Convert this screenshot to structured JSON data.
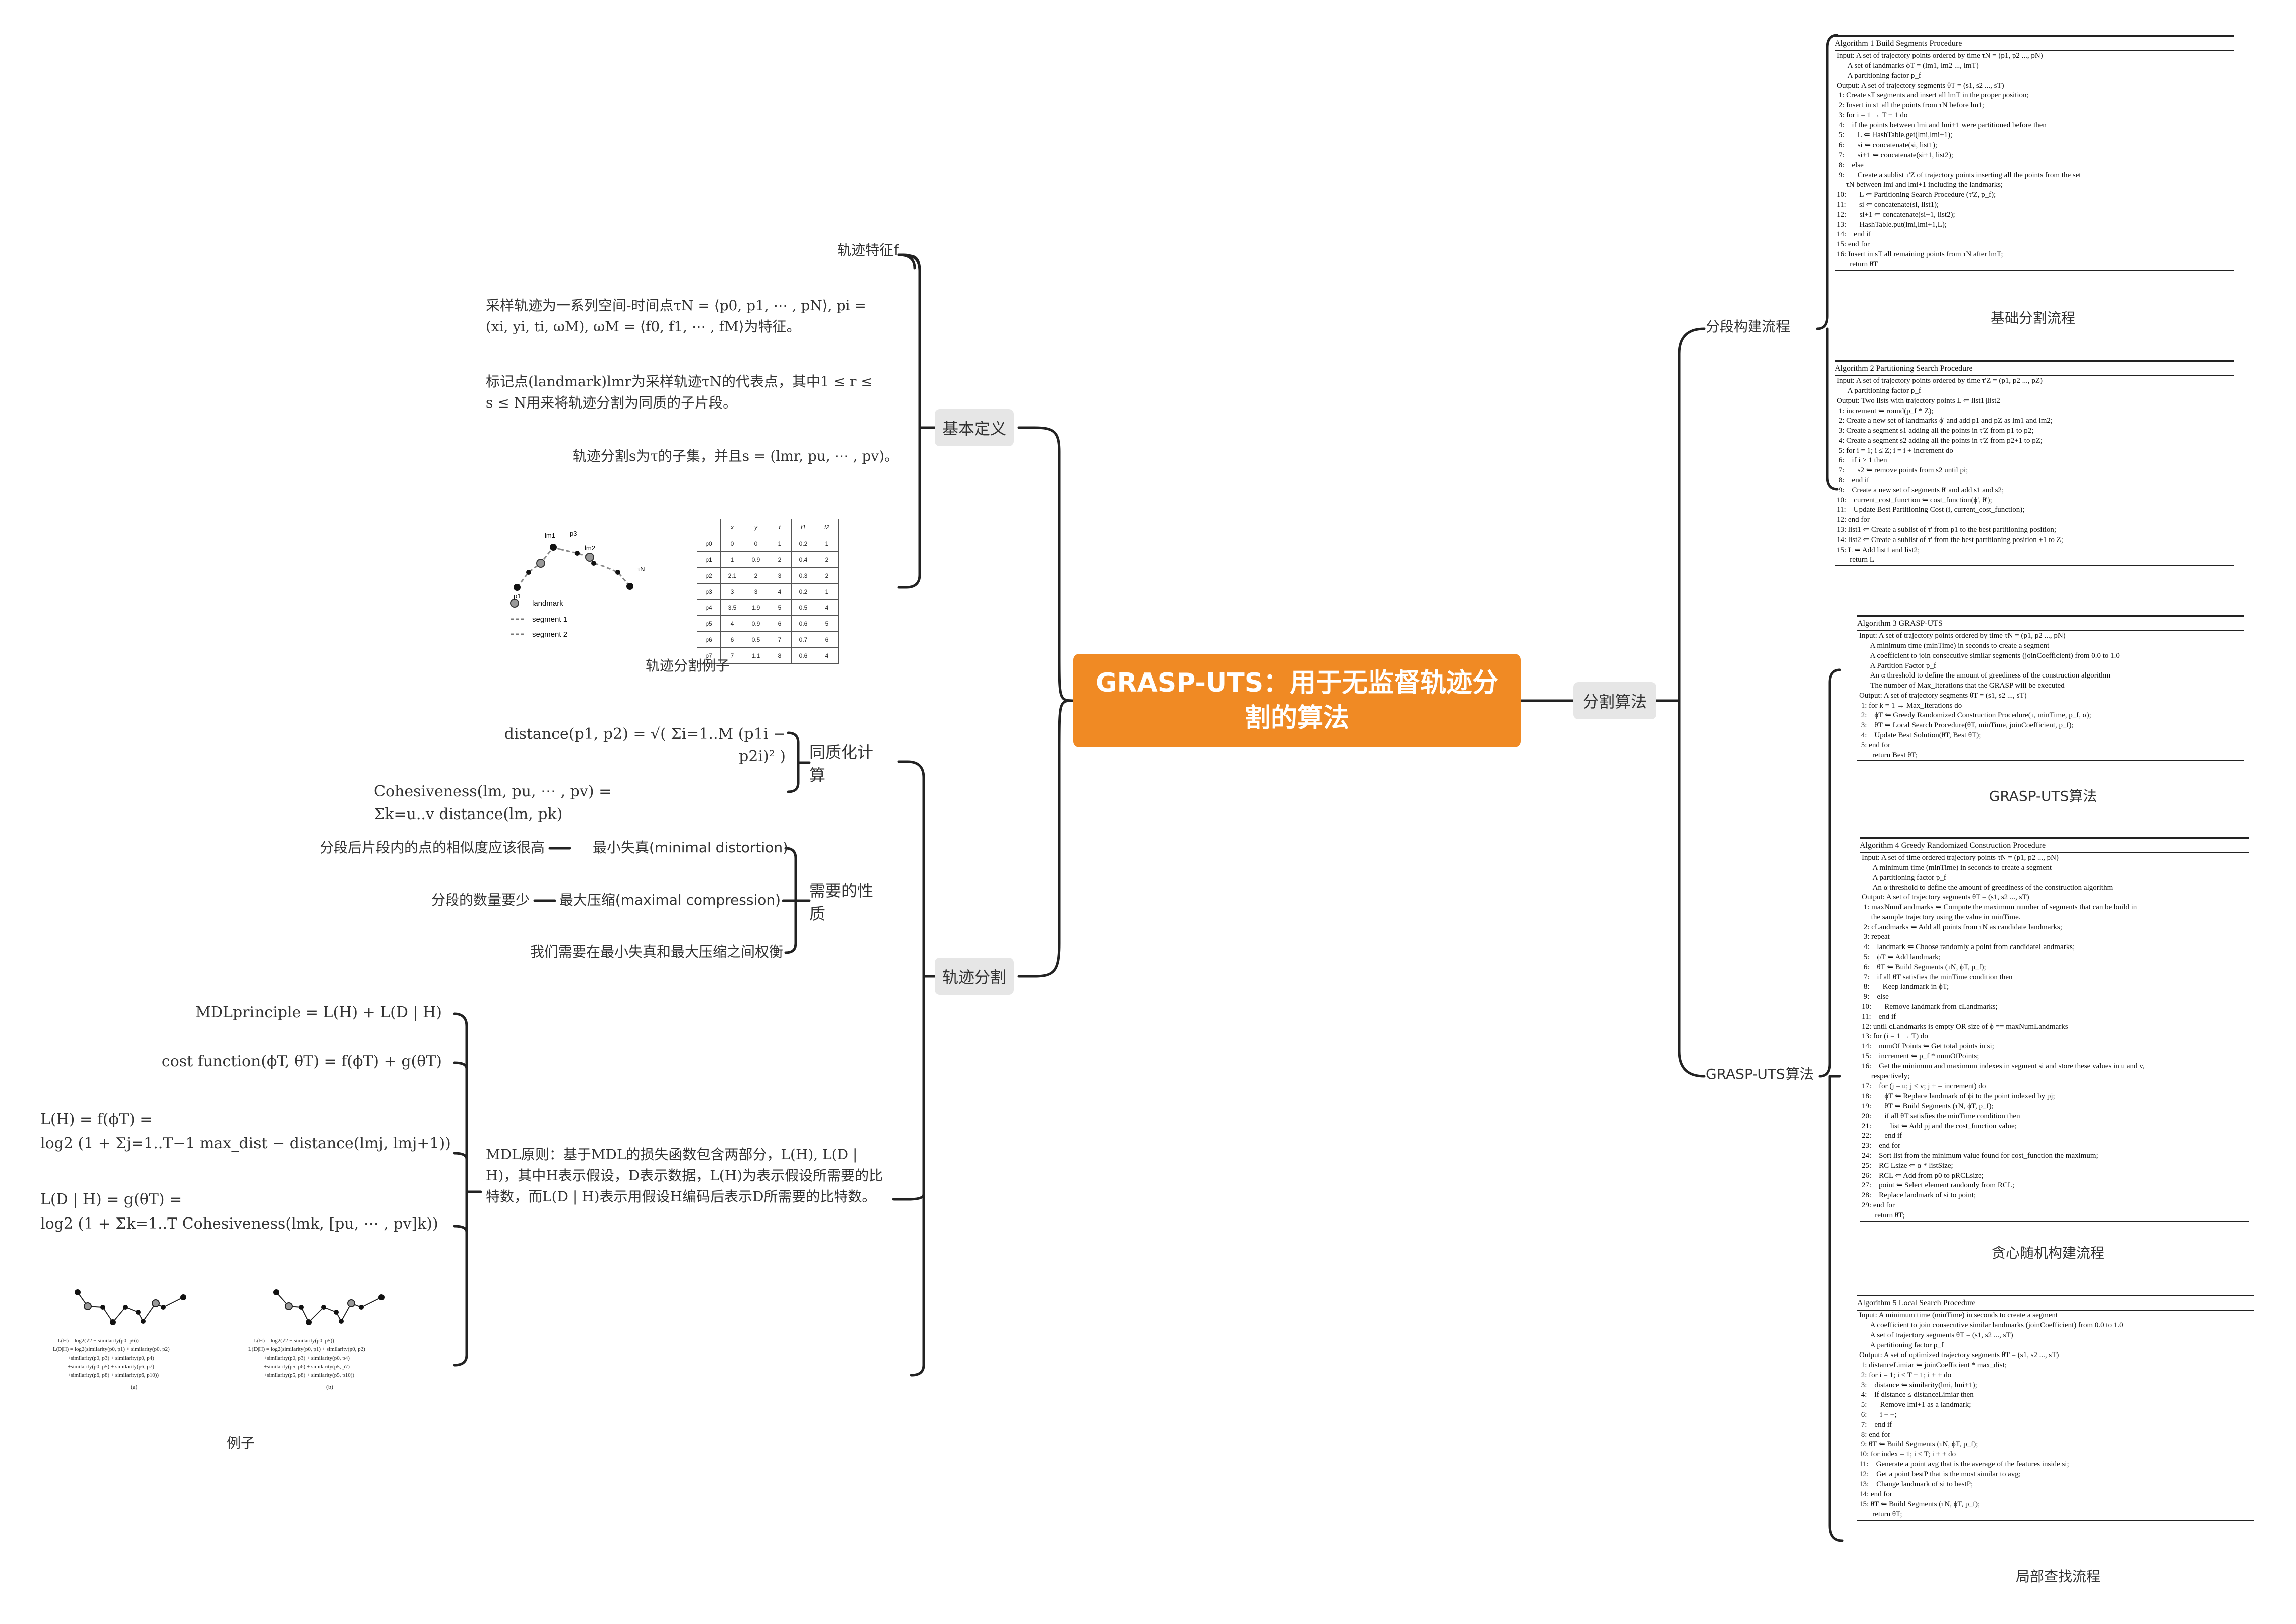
{
  "root": {
    "title": "GRASP-UTS：用于无监督轨迹分割的算法"
  },
  "colors": {
    "root_bg": "#f08a24",
    "node_bg": "#e6e6e6",
    "line": "#222222"
  },
  "left": {
    "basic": {
      "label": "基本定义",
      "feature": "轨迹特征f",
      "sample": "采样轨迹为一系列空间-时间点τN = ⟨p0, p1, ⋯ , pN⟩, pi = (xi, yi, ti, ωM), ωM = ⟨f0, f1, ⋯ , fM⟩为特征。",
      "landmark": "标记点(landmark)lmr为采样轨迹τN的代表点，其中1 ≤ r ≤ s ≤ N用来将轨迹分割为同质的子片段。",
      "segment": "轨迹分割s为τ的子集，并且s = (lmr, pu, ⋯ , pv)。",
      "example_caption": "轨迹分割例子",
      "legend": [
        "landmark",
        "segment 1",
        "segment 2"
      ],
      "table_headers": [
        "",
        "x",
        "y",
        "t",
        "f1",
        "f2"
      ],
      "table_rows": [
        [
          "p0",
          "0",
          "0",
          "1",
          "0.2",
          "1"
        ],
        [
          "p1",
          "1",
          "0.9",
          "2",
          "0.4",
          "2"
        ],
        [
          "p2",
          "2.1",
          "2",
          "3",
          "0.3",
          "2"
        ],
        [
          "p3",
          "3",
          "3",
          "4",
          "0.2",
          "1"
        ],
        [
          "p4",
          "3.5",
          "1.9",
          "5",
          "0.5",
          "4"
        ],
        [
          "p5",
          "4",
          "0.9",
          "6",
          "0.6",
          "5"
        ],
        [
          "p6",
          "6",
          "0.5",
          "7",
          "0.7",
          "6"
        ],
        [
          "p7",
          "7",
          "1.1",
          "8",
          "0.6",
          "4"
        ]
      ]
    },
    "segmentation": {
      "label": "轨迹分割",
      "homog": {
        "label": "同质化计算",
        "distance": "distance(p1, p2) = √( Σi=1..M (p1i − p2i)² )",
        "cohesive": "Cohesiveness(lm, pu, ⋯ , pv) = Σk=u..v distance(lm, pk)"
      },
      "props": {
        "label": "需要的性质",
        "min_distortion": "最小失真(minimal distortion)",
        "min_distortion_desc": "分段后片段内的点的相似度应该很高",
        "max_compression": "最大压缩(maximal compression)",
        "max_compression_desc": "分段的数量要少",
        "tradeoff": "我们需要在最小失真和最大压缩之间权衡"
      },
      "mdl": {
        "desc": "MDL原则：基于MDL的损失函数包含两部分，L(H), L(D | H)，其中H表示假设，D表示数据，L(H)为表示假设所需要的比特数，而L(D | H)表示用假设H编码后表示D所需要的比特数。",
        "f1": "MDLprinciple = L(H) + L(D | H)",
        "f2": "cost function(ϕT, θT) = f(ϕT) + g(θT)",
        "f3a": "L(H) = f(ϕT) =",
        "f3b": "log2 (1 + Σj=1..T−1 max_dist − distance(lmj, lmj+1))",
        "f4a": "L(D | H) = g(θT) =",
        "f4b": "log2 (1 + Σk=1..T Cohesiveness(lmk, [pu, ⋯ , pv]k))",
        "example_caption": "例子",
        "fig_a": "(a)",
        "fig_b": "(b)"
      }
    }
  },
  "right": {
    "label": "分割算法",
    "build": {
      "label": "分段构建流程",
      "cap1": "基础分割流程",
      "cap2": "",
      "algo1_title": "Algorithm 1 Build Segments Procedure",
      "algo1": [
        "Input: A set of trajectory points ordered by time τN = (p1, p2 ..., pN)",
        "      A set of landmarks ϕT = (lm1, lm2 ..., lmT)",
        "      A partitioning factor p_f",
        "Output: A set of trajectory segments θT = (s1, s2 ..., sT)",
        " 1: Create sT segments and insert all lmT in the proper position;",
        " 2: Insert in s1 all the points from τN before lm1;",
        " 3: for i = 1 → T − 1 do",
        " 4:    if the points between lmi and lmi+1 were partitioned before then",
        " 5:       L ⇐ HashTable.get(lmi,lmi+1);",
        " 6:       si ⇐ concatenate(si, list1);",
        " 7:       si+1 ⇐ concatenate(si+1, list2);",
        " 8:    else",
        " 9:       Create a sublist τ'Z of trajectory points inserting all the points from the set",
        "     τN between lmi and lmi+1 including the landmarks;",
        "10:       L ⇐ Partitioning Search Procedure (τ'Z, p_f);",
        "11:       si ⇐ concatenate(si, list1);",
        "12:       si+1 ⇐ concatenate(si+1, list2);",
        "13:       HashTable.put(lmi,lmi+1,L);",
        "14:    end if",
        "15: end for",
        "16: Insert in sT all remaining points from τN after lmT;",
        "       return θT"
      ],
      "algo2_title": "Algorithm 2 Partitioning Search Procedure",
      "algo2": [
        "Input: A set of trajectory points ordered by time τ'Z = (p1, p2 ..., pZ)",
        "      A partitioning factor p_f",
        "Output: Two lists with trajectory points L ⇐ list1||list2",
        " 1: increment ⇐ round(p_f * Z);",
        " 2: Create a new set of landmarks ϕ' and add p1 and pZ as lm1 and lm2;",
        " 3: Create a segment s1 adding all the points in τ'Z from p1 to p2;",
        " 4: Create a segment s2 adding all the points in τ'Z from p2+1 to pZ;",
        " 5: for i = 1; i ≤ Z; i = i + increment do",
        " 6:    if i > 1 then",
        " 7:       s2 ⇐ remove points from s2 until pi;",
        " 8:    end if",
        " 9:    Create a new set of segments θ' and add s1 and s2;",
        "10:    current_cost_function ⇐ cost_function(ϕ', θ');",
        "11:    Update Best Partitioning Cost (i, current_cost_function);",
        "12: end for",
        "13: list1 ⇐ Create a sublist of τ' from p1 to the best partitioning position;",
        "14: list2 ⇐ Create a sublist of τ' from the best partitioning position +1 to Z;",
        "15: L ⇐ Add list1 and list2;",
        "       return L"
      ]
    },
    "grasp": {
      "label": "GRASP-UTS算法",
      "cap3": "GRASP-UTS算法",
      "cap4": "贪心随机构建流程",
      "cap5": "局部查找流程",
      "algo3_title": "Algorithm 3 GRASP-UTS",
      "algo3": [
        "Input: A set of trajectory points ordered by time τN = (p1, p2 ..., pN)",
        "      A minimum time (minTime) in seconds to create a segment",
        "      A coefficient to join consecutive similar segments (joinCoefficient) from 0.0 to 1.0",
        "      A Partition Factor p_f",
        "      An α threshold to define the amount of greediness of the construction algorithm",
        "      The number of Max_Iterations that the GRASP will be executed",
        "Output: A set of trajectory segments θT = (s1, s2 ..., sT)",
        " 1: for k = 1 → Max_Iterations do",
        " 2:    ϕT ⇐ Greedy Randomized Construction Procedure(τ, minTime, p_f, α);",
        " 3:    θT ⇐ Local Search Procedure(θT, minTime, joinCoefficient, p_f);",
        " 4:    Update Best Solution(θT, Best θT);",
        " 5: end for",
        "       return Best θT;"
      ],
      "algo4_title": "Algorithm 4 Greedy Randomized Construction Procedure",
      "algo4": [
        "Input: A set of time ordered trajectory points τN = (p1, p2 ..., pN)",
        "      A minimum time (minTime) in seconds to create a segment",
        "      A partitioning factor p_f",
        "      An α threshold to define the amount of greediness of the construction algorithm",
        "Output: A set of trajectory segments θT = (s1, s2 ..., sT)",
        " 1: maxNumLandmarks ⇐ Compute the maximum number of segments that can be build in",
        "     the sample trajectory using the value in minTime.",
        " 2: cLandmarks ⇐ Add all points from τN as candidate landmarks;",
        " 3: repeat",
        " 4:    landmark ⇐ Choose randomly a point from candidateLandmarks;",
        " 5:    ϕT ⇐ Add landmark;",
        " 6:    θT ⇐ Build Segments (τN, ϕT, p_f);",
        " 7:    if all θT satisfies the minTime condition then",
        " 8:       Keep landmark in ϕT;",
        " 9:    else",
        "10:       Remove landmark from cLandmarks;",
        "11:    end if",
        "12: until cLandmarks is empty OR size of ϕ == maxNumLandmarks",
        "13: for (i = 1 → T) do",
        "14:    numOf Points ⇐ Get total points in si;",
        "15:    increment ⇐ p_f * numOfPoints;",
        "16:    Get the minimum and maximum indexes in segment si and store these values in u and v,",
        "     respectively;",
        "17:    for (j = u; j ≤ v; j + = increment) do",
        "18:       ϕT ⇐ Replace landmark of ϕi to the point indexed by pj;",
        "19:       θT ⇐ Build Segments (τN, ϕT, p_f);",
        "20:       if all θT satisfies the minTime condition then",
        "21:          list ⇐ Add pj and the cost_function value;",
        "22:       end if",
        "23:    end for",
        "24:    Sort list from the minimum value found for cost_function the maximum;",
        "25:    RC Lsize ⇐ α * listSize;",
        "26:    RCL ⇐ Add from p0 to pRCLsize;",
        "27:    point ⇐ Select element randomly from RCL;",
        "28:    Replace landmark of si to point;",
        "29: end for",
        "       return θT;"
      ],
      "algo5_title": "Algorithm 5 Local Search Procedure",
      "algo5": [
        "Input: A minimum time (minTime) in seconds to create a segment",
        "      A coefficient to join consecutive similar landmarks (joinCoefficient) from 0.0 to 1.0",
        "      A set of trajectory segments θT = (s1, s2 ..., sT)",
        "      A partitioning factor p_f",
        "Output: A set of optimized trajectory segments θT = (s1, s2 ..., sT)",
        " 1: distanceLimiar ⇐ joinCoefficient * max_dist;",
        " 2: for i = 1; i ≤ T − 1; i + + do",
        " 3:    distance ⇐ similarity(lmi, lmi+1);",
        " 4:    if distance ≤ distanceLimiar then",
        " 5:       Remove lmi+1 as a landmark;",
        " 6:       i − −;",
        " 7:    end if",
        " 8: end for",
        " 9: θT ⇐ Build Segments (τN, ϕT, p_f);",
        "10: for index = 1; i ≤ T; i + + do",
        "11:    Generate a point avg that is the average of the features inside si;",
        "12:    Get a point bestP that is the most similar to avg;",
        "13:    Change landmark of si to bestP;",
        "14: end for",
        "15: θT ⇐ Build Segments (τN, ϕT, p_f);",
        "       return θT;"
      ]
    }
  }
}
